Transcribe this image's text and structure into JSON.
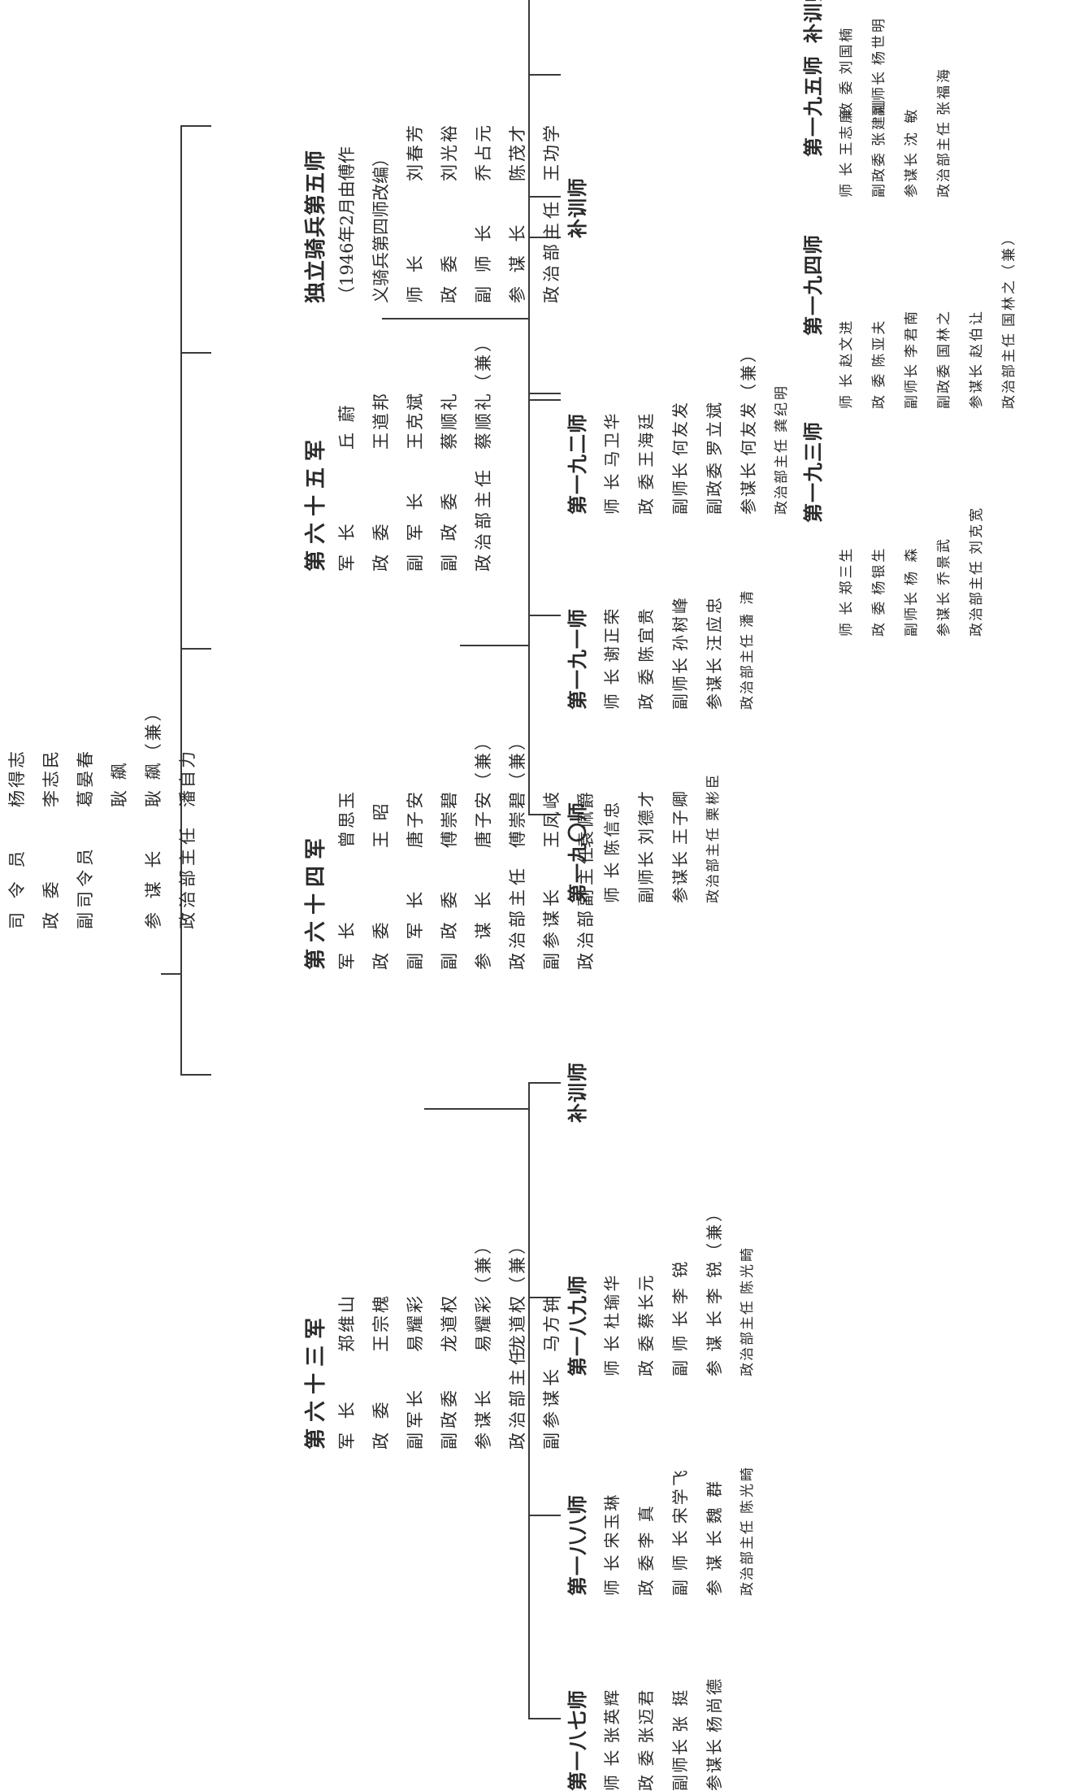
{
  "army_hq": {
    "rows": [
      {
        "title": "司 令 员",
        "name": "杨得志"
      },
      {
        "title": "政 委",
        "name": "李志民"
      },
      {
        "title": "副司令员",
        "name": "葛晏春"
      },
      {
        "title": "",
        "name": "耿 飙"
      },
      {
        "title": "参 谋 长",
        "name": "耿 飙（兼）"
      },
      {
        "title": "政治部主任",
        "name": "潘自力"
      }
    ]
  },
  "corps_63": {
    "heading": "第六十三军",
    "rows": [
      {
        "title": "军 长",
        "name": "郑维山"
      },
      {
        "title": "政 委",
        "name": "王宗槐"
      },
      {
        "title": "副军长",
        "name": "易耀彩"
      },
      {
        "title": "副政委",
        "name": "龙道权"
      },
      {
        "title": "参谋长",
        "name": "易耀彩（兼）"
      },
      {
        "title": "政治部主任",
        "name": "龙道权（兼）"
      },
      {
        "title": "副参谋长",
        "name": "马方钟"
      }
    ]
  },
  "corps_64": {
    "heading": "第六十四军",
    "rows": [
      {
        "title": "军 长",
        "name": "曾思玉"
      },
      {
        "title": "政 委",
        "name": "王 昭"
      },
      {
        "title": "副 军 长",
        "name": "唐子安"
      },
      {
        "title": "副 政 委",
        "name": "傅崇碧"
      },
      {
        "title": "参 谋 长",
        "name": "唐子安（兼）"
      },
      {
        "title": "政治部主任",
        "name": "傅崇碧（兼）"
      },
      {
        "title": "副参谋长",
        "name": "王凤岐"
      },
      {
        "title": "政治部副主任",
        "name": "袁佩爵"
      }
    ]
  },
  "corps_65": {
    "heading": "第六十五军",
    "rows": [
      {
        "title": "军 长",
        "name": "丘 蔚"
      },
      {
        "title": "政 委",
        "name": "王道邦"
      },
      {
        "title": "副 军 长",
        "name": "王克斌"
      },
      {
        "title": "副 政 委",
        "name": "蔡顺礼"
      },
      {
        "title": "政治部主任",
        "name": "蔡顺礼（兼）"
      }
    ]
  },
  "cavalry_5": {
    "heading": "独立骑兵第五师",
    "note_1": "（1946年2月由傅作",
    "note_2": "义骑兵第四师改编）",
    "rows": [
      {
        "title": "师 长",
        "name": "刘春芳"
      },
      {
        "title": "政 委",
        "name": "刘光裕"
      },
      {
        "title": "副 师 长",
        "name": "乔占元"
      },
      {
        "title": "参 谋 长",
        "name": "陈茂才"
      },
      {
        "title": "政治部主任",
        "name": "王功学"
      }
    ]
  },
  "divisions_63": [
    {
      "heading": "第一八七师",
      "rows": [
        {
          "title": "师 长",
          "name": "张英辉"
        },
        {
          "title": "政 委",
          "name": "张迈君"
        },
        {
          "title": "副师长",
          "name": "张 挺"
        },
        {
          "title": "参谋长",
          "name": "杨尚德"
        }
      ]
    },
    {
      "heading": "第一八八师",
      "rows": [
        {
          "title": "师 长",
          "name": "宋玉琳"
        },
        {
          "title": "政 委",
          "name": "李 真"
        },
        {
          "title": "副 师 长",
          "name": "宋学飞"
        },
        {
          "title": "参 谋 长",
          "name": "魏 群"
        },
        {
          "title": "政治部主任",
          "name": "陈光畸"
        }
      ]
    },
    {
      "heading": "第一八九师",
      "rows": [
        {
          "title": "师 长",
          "name": "杜瑜华"
        },
        {
          "title": "政 委",
          "name": "蔡长元"
        },
        {
          "title": "副 师 长",
          "name": "李 锐"
        },
        {
          "title": "参 谋 长",
          "name": "李 锐（兼）"
        },
        {
          "title": "政治部主任",
          "name": "陈光畸"
        }
      ]
    },
    {
      "heading": "补训师",
      "rows": []
    }
  ],
  "divisions_64": [
    {
      "heading": "第一九〇师",
      "rows": [
        {
          "title": "师 长",
          "name": "陈信忠"
        },
        {
          "title": "副师长",
          "name": "刘德才"
        },
        {
          "title": "参谋长",
          "name": "王子卿"
        },
        {
          "title": "政治部主任",
          "name": "栗彬臣"
        }
      ]
    },
    {
      "heading": "第一九一师",
      "rows": [
        {
          "title": "师 长",
          "name": "谢正荣"
        },
        {
          "title": "政 委",
          "name": "陈宜贵"
        },
        {
          "title": "副师长",
          "name": "孙树峰"
        },
        {
          "title": "参谋长",
          "name": "汪应忠"
        },
        {
          "title": "政治部主任",
          "name": "潘 清"
        }
      ]
    },
    {
      "heading": "第一九二师",
      "rows": [
        {
          "title": "师 长",
          "name": "马卫华"
        },
        {
          "title": "政 委",
          "name": "王海廷"
        },
        {
          "title": "副师长",
          "name": "何友发"
        },
        {
          "title": "副政委",
          "name": "罗立斌"
        },
        {
          "title": "参谋长",
          "name": "何友发（兼）"
        },
        {
          "title": "政治部主任",
          "name": "龚纪明"
        }
      ]
    },
    {
      "heading": "补训师",
      "rows": []
    }
  ],
  "divisions_65": [
    {
      "heading": "第一九三师",
      "rows": [
        {
          "title": "师 长",
          "name": "郑三生"
        },
        {
          "title": "政 委",
          "name": "杨银生"
        },
        {
          "title": "副师长",
          "name": "杨 森"
        },
        {
          "title": "参谋长",
          "name": "乔景武"
        },
        {
          "title": "政治部主任",
          "name": "刘克宽"
        }
      ]
    },
    {
      "heading": "第一九四师",
      "rows": [
        {
          "title": "师 长",
          "name": "赵文进"
        },
        {
          "title": "政 委",
          "name": "陈亚夫"
        },
        {
          "title": "副师长",
          "name": "李君南"
        },
        {
          "title": "副政委",
          "name": "国林之"
        },
        {
          "title": "参谋长",
          "name": "赵伯让"
        },
        {
          "title": "政治部主任",
          "name": "国林之（兼）"
        }
      ]
    },
    {
      "heading": "第一九五师",
      "rows": [
        {
          "title": "师 长",
          "name": "王志廉"
        },
        {
          "title": "副政委",
          "name": "张建刚"
        },
        {
          "title": "参谋长",
          "name": "沈 敏"
        },
        {
          "title": "政治部主任",
          "name": "张福海"
        }
      ]
    },
    {
      "heading": "补训师",
      "rows": [
        {
          "title": "政 委",
          "name": "刘国楠"
        },
        {
          "title": "副师长",
          "name": "杨世明"
        }
      ]
    }
  ]
}
